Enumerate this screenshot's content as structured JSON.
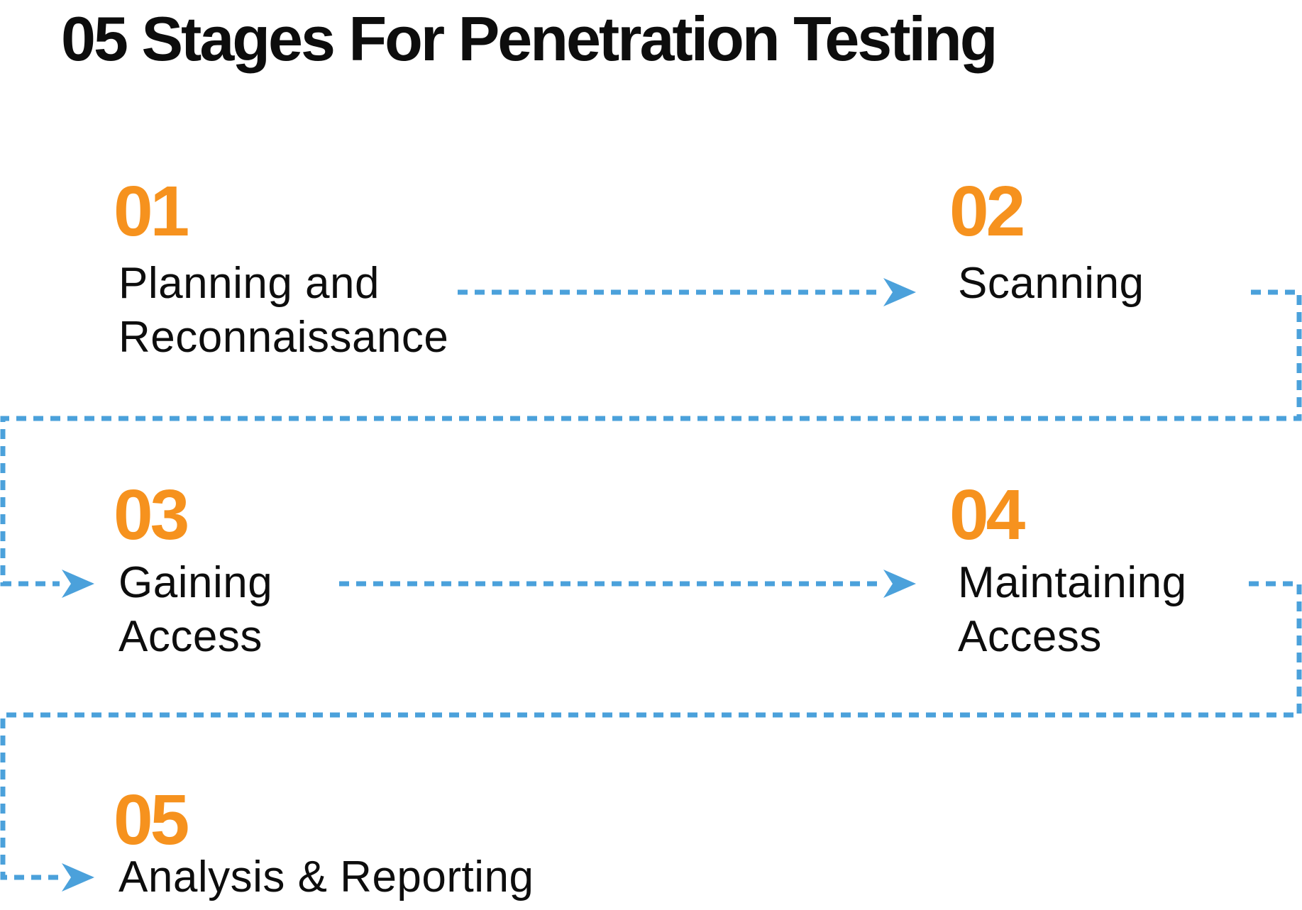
{
  "title": "05 Stages For Penetration Testing",
  "colors": {
    "accent_orange": "#F6921E",
    "arrow_blue": "#4BA1DB",
    "text_black": "#0D0D0D"
  },
  "stages": [
    {
      "number": "01",
      "line1": "Planning and",
      "line2": "Reconnaissance"
    },
    {
      "number": "02",
      "line1": "Scanning",
      "line2": ""
    },
    {
      "number": "03",
      "line1": "Gaining",
      "line2": "Access"
    },
    {
      "number": "04",
      "line1": "Maintaining",
      "line2": "Access"
    },
    {
      "number": "05",
      "line1": "Analysis & Reporting",
      "line2": ""
    }
  ],
  "connections": [
    {
      "from": "01",
      "to": "02"
    },
    {
      "from": "02",
      "to": "03"
    },
    {
      "from": "03",
      "to": "04"
    },
    {
      "from": "04",
      "to": "05"
    }
  ]
}
